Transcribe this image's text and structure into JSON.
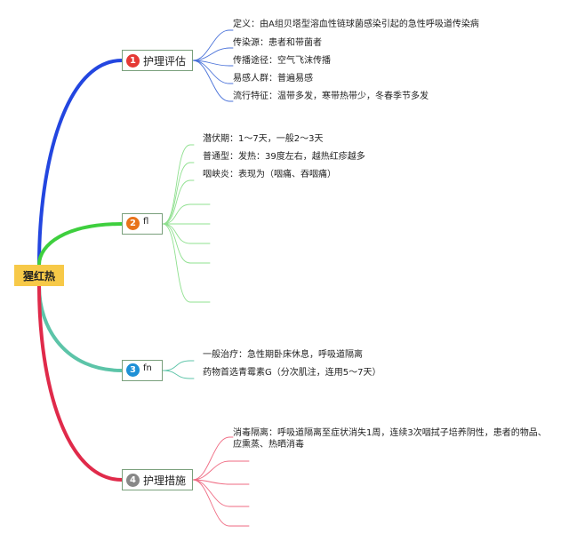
{
  "root": {
    "label": "猩红热"
  },
  "branches": [
    {
      "num": "1",
      "label": "护理评估",
      "color": "#2346e0",
      "badge_color": "#e53935",
      "leaf_color": "#4a72d9",
      "items": [
        "定义：由A组贝塔型溶血性链球菌感染引起的急性呼吸道传染病",
        "传染源：患者和带菌者",
        "传播途径：空气飞沫传播",
        "易感人群：普遍易感",
        "流行特征：温带多发，寒带热带少，冬春季节多发"
      ]
    },
    {
      "num": "2",
      "label": "fl",
      "color": "#3ecf3e",
      "badge_color": "#e8731a",
      "leaf_color": "#8fe08f",
      "items": [
        "潜伏期：1～7天，一般2～3天",
        "普通型：发热：39度左右，越热红疹越多",
        "咽峡炎：表现为（咽痛、吞咽痛）",
        "",
        "",
        "",
        "",
        ""
      ]
    },
    {
      "num": "3",
      "label": "fn",
      "color": "#5cc4a8",
      "badge_color": "#1e90d6",
      "leaf_color": "#5cc4a8",
      "items": [
        "一般治疗：急性期卧床休息，呼吸道隔离",
        "药物首选青霉素G（分次肌注，连用5～7天）"
      ]
    },
    {
      "num": "4",
      "label": "护理措施",
      "color": "#e02a4a",
      "badge_color": "#888888",
      "leaf_color": "#ef6a82",
      "items": [
        "消毒隔离：呼吸道隔离至症状消失1周，连续3次咽拭子培养阴性，患者的物品、应熏蒸、热晒消毒",
        "",
        "",
        "",
        ""
      ]
    }
  ]
}
